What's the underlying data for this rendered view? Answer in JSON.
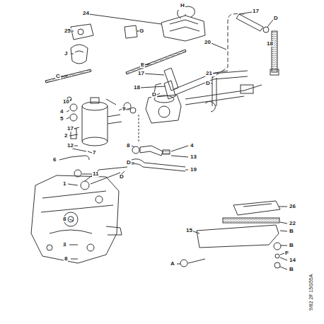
{
  "diagram": {
    "labels": [
      "24",
      "H",
      "17",
      "D",
      "25",
      "G",
      "20",
      "18",
      "J",
      "E",
      "C",
      "17",
      "21",
      "D",
      "18",
      "D",
      "10",
      "9",
      "4",
      "5",
      "17",
      "2",
      "12",
      "7",
      "6",
      "11",
      "D",
      "8",
      "4",
      "13",
      "D",
      "19",
      "1",
      "8",
      "3",
      "8",
      "26",
      "22",
      "15",
      "B",
      "B",
      "F",
      "14",
      "A",
      "B",
      "9/82 2F 15G55A"
    ]
  }
}
